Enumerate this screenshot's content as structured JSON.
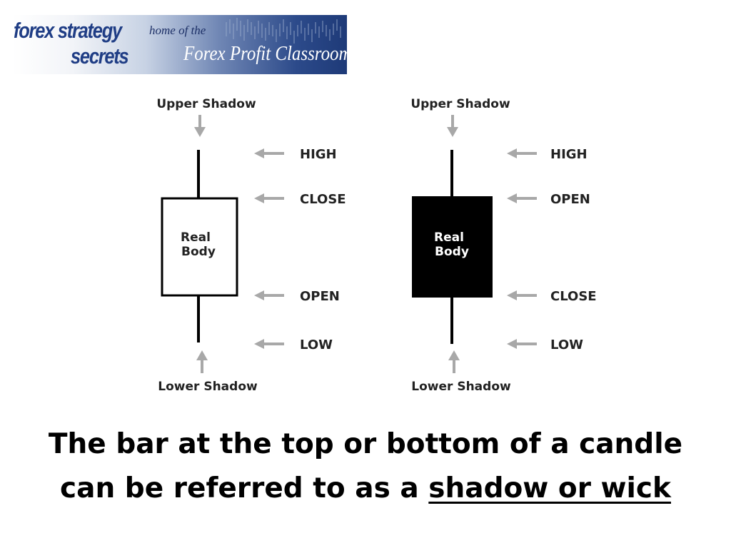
{
  "banner": {
    "brand_line1": "forex strategy",
    "brand_line2": "secrets",
    "tagline": "home of the",
    "classroom": "Forex Profit Classroom",
    "colors": {
      "brand_blue": "#1f3d85",
      "deep_blue": "#1e3a78"
    }
  },
  "candles": [
    {
      "type": "bullish",
      "body_color": "#ffffff",
      "body_text_line1": "Real",
      "body_text_line2": "Body",
      "upper_shadow_label": "Upper Shadow",
      "lower_shadow_label": "Lower Shadow",
      "levels": [
        "HIGH",
        "CLOSE",
        "OPEN",
        "LOW"
      ]
    },
    {
      "type": "bearish",
      "body_color": "#000000",
      "body_text_line1": "Real",
      "body_text_line2": "Body",
      "upper_shadow_label": "Upper Shadow",
      "lower_shadow_label": "Lower Shadow",
      "levels": [
        "HIGH",
        "OPEN",
        "CLOSE",
        "LOW"
      ]
    }
  ],
  "caption": {
    "line1": "The bar at the top or bottom of a candle",
    "line2_prefix": "can be referred to as a",
    "line2_underlined": "shadow or wick"
  },
  "colors": {
    "arrow_gray": "#a8a8a8",
    "text_dark": "#222222"
  }
}
